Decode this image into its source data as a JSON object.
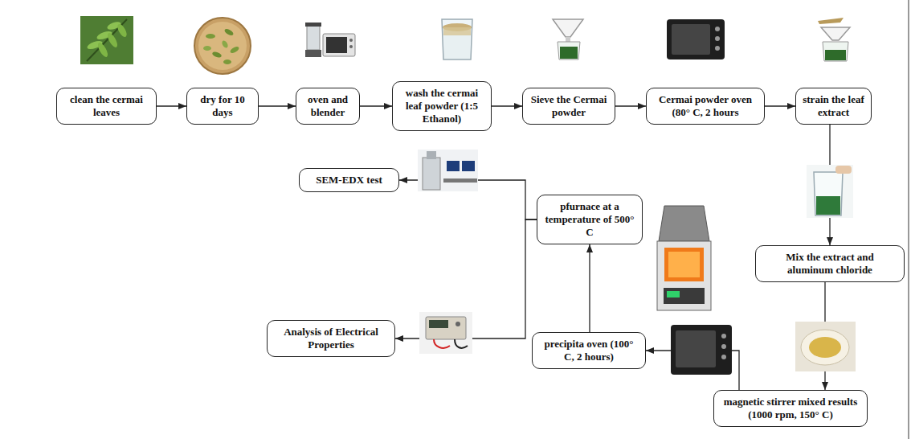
{
  "diagram": {
    "nodes": [
      {
        "text": [
          "clean the cermai leaves"
        ]
      },
      {
        "text": [
          "dry for 10 days"
        ]
      },
      {
        "text": [
          "oven and blender"
        ]
      },
      {
        "text": [
          "wash the cermai leaf powder (1:5 Ethanol)"
        ]
      },
      {
        "text": [
          "Sieve the Cermai powder"
        ]
      },
      {
        "text": [
          "Cermai powder oven (80° C, 2 hours"
        ]
      },
      {
        "text": [
          "strain the leaf extract"
        ]
      },
      {
        "text": [
          "Mix the extract and aluminum chloride"
        ]
      },
      {
        "text": [
          "magnetic stirrer mixed results (1000 rpm, 150° C)"
        ]
      },
      {
        "text": [
          "precipita oven (100° C, 2 hours)"
        ]
      },
      {
        "text": [
          "pfurnace at a temperature of 500° C"
        ]
      },
      {
        "text": [
          "SEM-EDX test"
        ]
      },
      {
        "text": [
          "Analysis of Electrical Properties"
        ]
      }
    ],
    "edges": [
      {
        "from": 0,
        "to": 1,
        "arrow": "to"
      },
      {
        "from": 1,
        "to": 2,
        "arrow": "to"
      },
      {
        "from": 2,
        "to": 3,
        "arrow": "to"
      },
      {
        "from": 3,
        "to": 4,
        "arrow": "to"
      },
      {
        "from": 4,
        "to": 5,
        "arrow": "to"
      },
      {
        "from": 5,
        "to": 6,
        "arrow": "to"
      },
      {
        "from": 6,
        "to": 7,
        "arrow": "to"
      },
      {
        "from": 7,
        "to": 8,
        "arrow": "to"
      },
      {
        "from": 8,
        "to": 9,
        "arrow": "to"
      },
      {
        "from": 9,
        "to": 10,
        "arrow": "to"
      },
      {
        "from": 10,
        "to": 11,
        "arrow": "to"
      },
      {
        "from": 10,
        "to": 12,
        "arrow": "to"
      }
    ]
  }
}
